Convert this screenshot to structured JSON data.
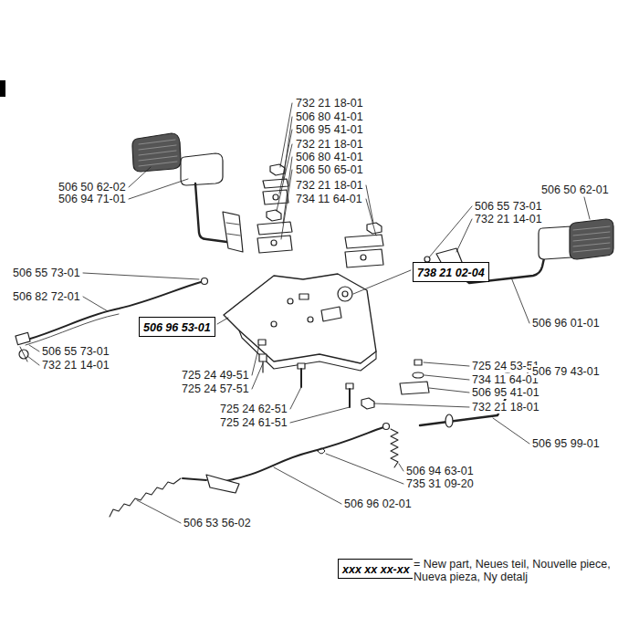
{
  "diagram": {
    "nodes": [
      {
        "text": [
          "506 96 53-01"
        ]
      },
      {
        "text": [
          "738 21 02-04"
        ]
      },
      {
        "text": [
          "xxx xx xx-xx"
        ]
      }
    ],
    "labels": [
      "506 50 62-02",
      "506 94 71-01",
      "506 55 73-01",
      "506 82 72-01",
      "506 55 73-01",
      "732 21 14-01",
      "732 21 18-01",
      "506 80 41-01",
      "506 95 41-01",
      "732 21 18-01",
      "506 80 41-01",
      "506 50 65-01",
      "732 21 18-01",
      "734 11 64-01",
      "506 50 62-01",
      "506 55 73-01",
      "732 21 14-01",
      "506 96 01-01",
      "725 24 53-51",
      "734 11 64-01",
      "506 95 41-01",
      "732 21 18-01",
      "506 79 43-01",
      "725 24 49-51",
      "725 24 57-51",
      "725 24 62-51",
      "725 24 61-51",
      "506 95 99-01",
      "506 94 63-01",
      "735 31 09-20",
      "506 96 02-01",
      "506 53 56-02",
      "= New part, Neues teil, Nouvelle piece, Nueva pieza, Ny detalj"
    ]
  }
}
